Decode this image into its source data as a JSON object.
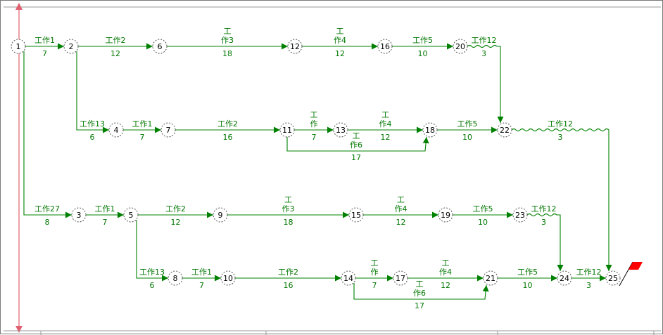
{
  "colors": {
    "activity": "#008000",
    "node_stroke": "#555555",
    "axis": "#e06070",
    "flag": "#ff0000",
    "flag_pole": "#000000",
    "ruler_tick": "#999999"
  },
  "diagram": {
    "nodes": [
      {
        "id": "n1",
        "label": "1"
      },
      {
        "id": "n2",
        "label": "2"
      },
      {
        "id": "n6",
        "label": "6"
      },
      {
        "id": "n12",
        "label": "12"
      },
      {
        "id": "n16",
        "label": "16"
      },
      {
        "id": "n20",
        "label": "20"
      },
      {
        "id": "n4",
        "label": "4"
      },
      {
        "id": "n7",
        "label": "7"
      },
      {
        "id": "n11",
        "label": "11"
      },
      {
        "id": "n13",
        "label": "13"
      },
      {
        "id": "n18",
        "label": "18"
      },
      {
        "id": "n22",
        "label": "22"
      },
      {
        "id": "n3",
        "label": "3"
      },
      {
        "id": "n5",
        "label": "5"
      },
      {
        "id": "n9",
        "label": "9"
      },
      {
        "id": "n15",
        "label": "15"
      },
      {
        "id": "n19",
        "label": "19"
      },
      {
        "id": "n23",
        "label": "23"
      },
      {
        "id": "n8",
        "label": "8"
      },
      {
        "id": "n10",
        "label": "10"
      },
      {
        "id": "n14",
        "label": "14"
      },
      {
        "id": "n17",
        "label": "17"
      },
      {
        "id": "n21",
        "label": "21"
      },
      {
        "id": "n24",
        "label": "24"
      },
      {
        "id": "n25",
        "label": "25"
      }
    ],
    "activities": [
      {
        "from": "n1",
        "to": "n2",
        "name": "工作1",
        "duration": "7"
      },
      {
        "from": "n2",
        "to": "n6",
        "name": "工作2",
        "duration": "12"
      },
      {
        "from": "n6",
        "to": "n12",
        "name": "工作3",
        "duration": "18",
        "stacked": true
      },
      {
        "from": "n12",
        "to": "n16",
        "name": "工作4",
        "duration": "12",
        "stacked": true
      },
      {
        "from": "n16",
        "to": "n20",
        "name": "工作5",
        "duration": "10"
      },
      {
        "from": "n20",
        "to": "n22",
        "name": "工作12",
        "duration": "3",
        "wavy": true
      },
      {
        "from": "n2",
        "to": "n4",
        "name": "工作13",
        "duration": "6"
      },
      {
        "from": "n4",
        "to": "n7",
        "name": "工作1",
        "duration": "7"
      },
      {
        "from": "n7",
        "to": "n11",
        "name": "工作2",
        "duration": "16"
      },
      {
        "from": "n11",
        "to": "n13",
        "name": "工作",
        "duration": "7",
        "stacked": true
      },
      {
        "from": "n13",
        "to": "n18",
        "name": "工作4",
        "duration": "12",
        "stacked": true
      },
      {
        "from": "n11",
        "to": "n18",
        "name": "工作6",
        "duration": "17",
        "stacked": true,
        "route": "below"
      },
      {
        "from": "n18",
        "to": "n22",
        "name": "工作5",
        "duration": "10"
      },
      {
        "from": "n22",
        "to": "n25",
        "name": "工作12",
        "duration": "3",
        "wavy": true
      },
      {
        "from": "n1",
        "to": "n3",
        "name": "工作27",
        "duration": "8"
      },
      {
        "from": "n3",
        "to": "n5",
        "name": "工作1",
        "duration": "7"
      },
      {
        "from": "n5",
        "to": "n9",
        "name": "工作2",
        "duration": "12"
      },
      {
        "from": "n9",
        "to": "n15",
        "name": "工作3",
        "duration": "18",
        "stacked": true
      },
      {
        "from": "n15",
        "to": "n19",
        "name": "工作4",
        "duration": "12",
        "stacked": true
      },
      {
        "from": "n19",
        "to": "n23",
        "name": "工作5",
        "duration": "10"
      },
      {
        "from": "n23",
        "to": "n24",
        "name": "工作12",
        "duration": "3",
        "wavy": true
      },
      {
        "from": "n5",
        "to": "n8",
        "name": "工作13",
        "duration": "6"
      },
      {
        "from": "n8",
        "to": "n10",
        "name": "工作1",
        "duration": "7"
      },
      {
        "from": "n10",
        "to": "n14",
        "name": "工作2",
        "duration": "16"
      },
      {
        "from": "n14",
        "to": "n17",
        "name": "工作",
        "duration": "7",
        "stacked": true
      },
      {
        "from": "n17",
        "to": "n21",
        "name": "工作4",
        "duration": "12",
        "stacked": true
      },
      {
        "from": "n14",
        "to": "n21",
        "name": "工作6",
        "duration": "17",
        "stacked": true,
        "route": "below"
      },
      {
        "from": "n21",
        "to": "n24",
        "name": "工作5",
        "duration": "10"
      },
      {
        "from": "n24",
        "to": "n25",
        "name": "工作12",
        "duration": "3"
      }
    ]
  }
}
